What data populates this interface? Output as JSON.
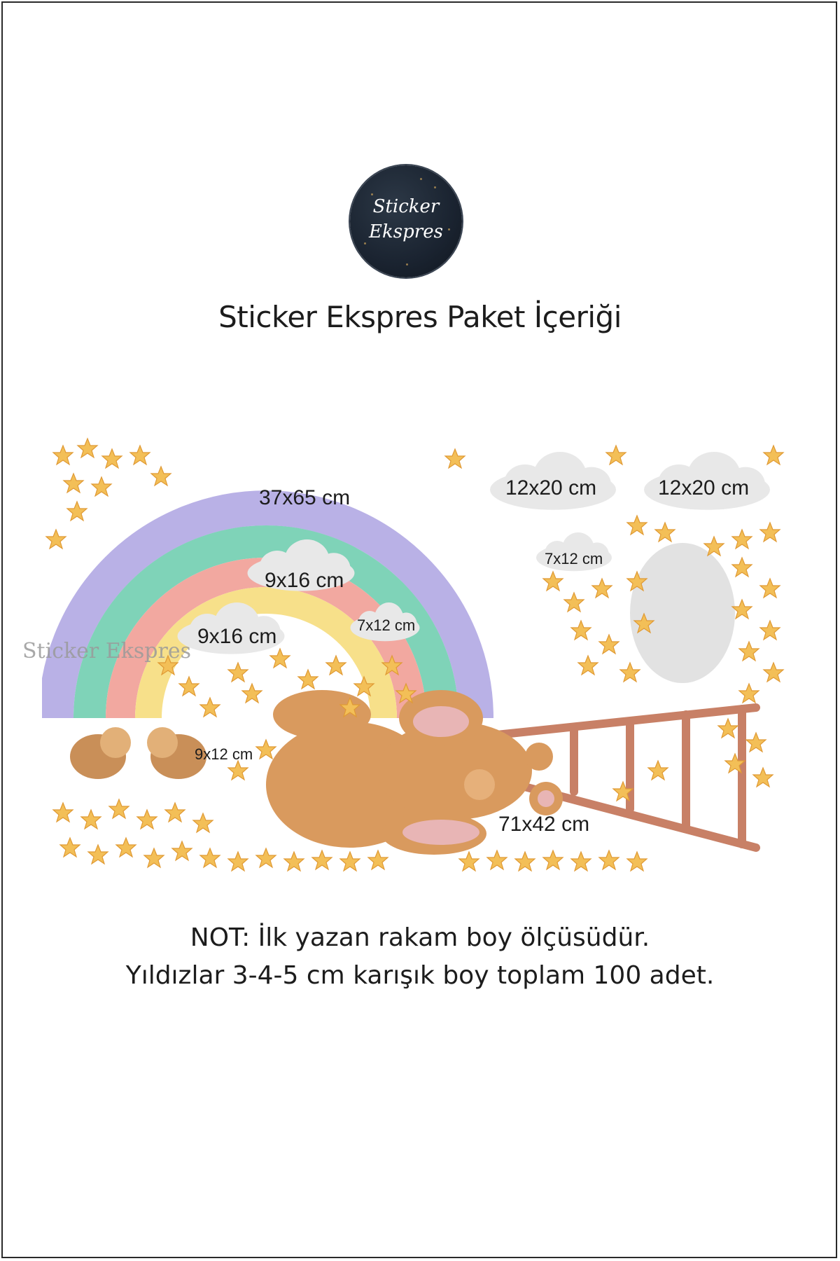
{
  "logo": {
    "line1": "Sticker",
    "line2": "Ekspres"
  },
  "heading": "Sticker Ekspres Paket İçeriği",
  "watermark": "Sticker Ekspres",
  "sizes": {
    "rainbow": "37x65 cm",
    "cloud_big_1": "12x20 cm",
    "cloud_big_2": "12x20 cm",
    "cloud_small_right": "7x12 cm",
    "cloud_mid_1": "9x16 cm",
    "cloud_mid_2": "9x16 cm",
    "cloud_small_center": "7x12 cm",
    "birds": "9x12 cm",
    "bunny": "71x42 cm"
  },
  "note": {
    "line1": "NOT: İlk yazan rakam boy ölçüsüdür.",
    "line2": "Yıldızlar 3-4-5 cm karışık boy toplam 100 adet."
  },
  "colors": {
    "star": "#f3bf57",
    "rainbow_outer": "#b9b1e6",
    "rainbow_teal": "#7fd3b8",
    "rainbow_pink": "#f2a8a0",
    "rainbow_yellow": "#f7e08a",
    "cloud": "#e4e4e4",
    "bunny": "#d99a5e",
    "ladder": "#c88066"
  }
}
